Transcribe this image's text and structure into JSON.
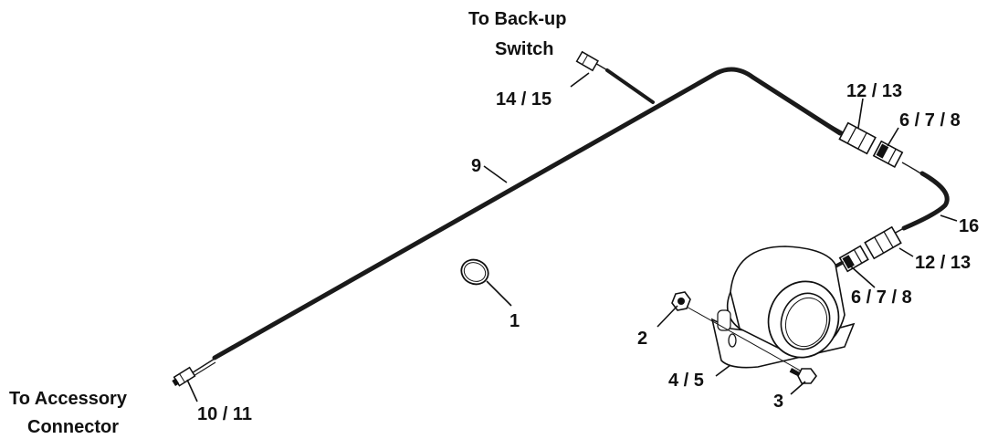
{
  "labels": {
    "backup_switch_line1": "To Back-up",
    "backup_switch_line2": "Switch",
    "accessory_line1": "To Accessory",
    "accessory_line2": "Connector",
    "part_1": "1",
    "part_2": "2",
    "part_3": "3",
    "part_4_5": "4 / 5",
    "part_6_7_8_top": "6 / 7 / 8",
    "part_6_7_8_bottom": "6 / 7 / 8",
    "part_9": "9",
    "part_10_11": "10 / 11",
    "part_12_13_top": "12 / 13",
    "part_12_13_right": "12 / 13",
    "part_14_15": "14 / 15",
    "part_16": "16"
  },
  "colors": {
    "line": "#111111",
    "harness": "#1a1a1a",
    "background": "#ffffff"
  }
}
